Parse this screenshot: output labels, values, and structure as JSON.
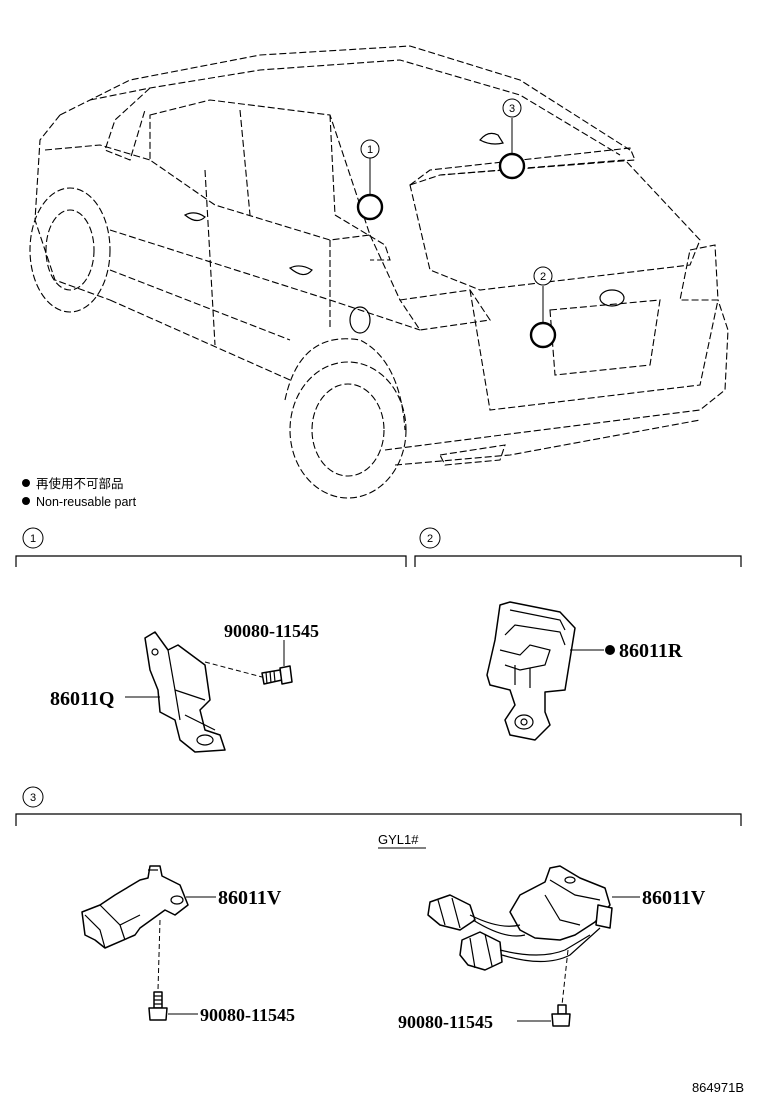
{
  "notes": {
    "japanese": "再使用不可部品",
    "english": "Non-reusable part"
  },
  "callouts": {
    "c1": "1",
    "c2": "2",
    "c3": "3"
  },
  "section1": {
    "number": "1",
    "sensor_part": "86011Q",
    "bolt_part": "90080-11545"
  },
  "section2": {
    "number": "2",
    "camera_part": "86011R",
    "non_reusable": true
  },
  "section3": {
    "number": "3",
    "variant_label": "GYL1#",
    "left_part": "86011V",
    "left_bolt": "90080-11545",
    "right_part": "86011V",
    "right_bolt": "90080-11545"
  },
  "illustration_code": "864971B",
  "icons": {
    "non_reusable_marker": "filled-dot-icon"
  }
}
